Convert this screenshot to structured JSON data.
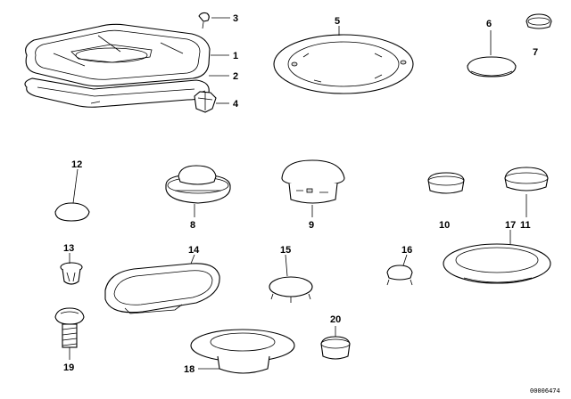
{
  "labels": {
    "l1": "1",
    "l2": "2",
    "l3": "3",
    "l4": "4",
    "l5": "5",
    "l6": "6",
    "l7": "7",
    "l8": "8",
    "l9": "9",
    "l10": "10",
    "l11": "11",
    "l12": "12",
    "l13": "13",
    "l14": "14",
    "l15": "15",
    "l16": "16",
    "l17": "17",
    "l18": "18",
    "l19": "19",
    "l20": "20"
  },
  "diagram_code": "00006474"
}
